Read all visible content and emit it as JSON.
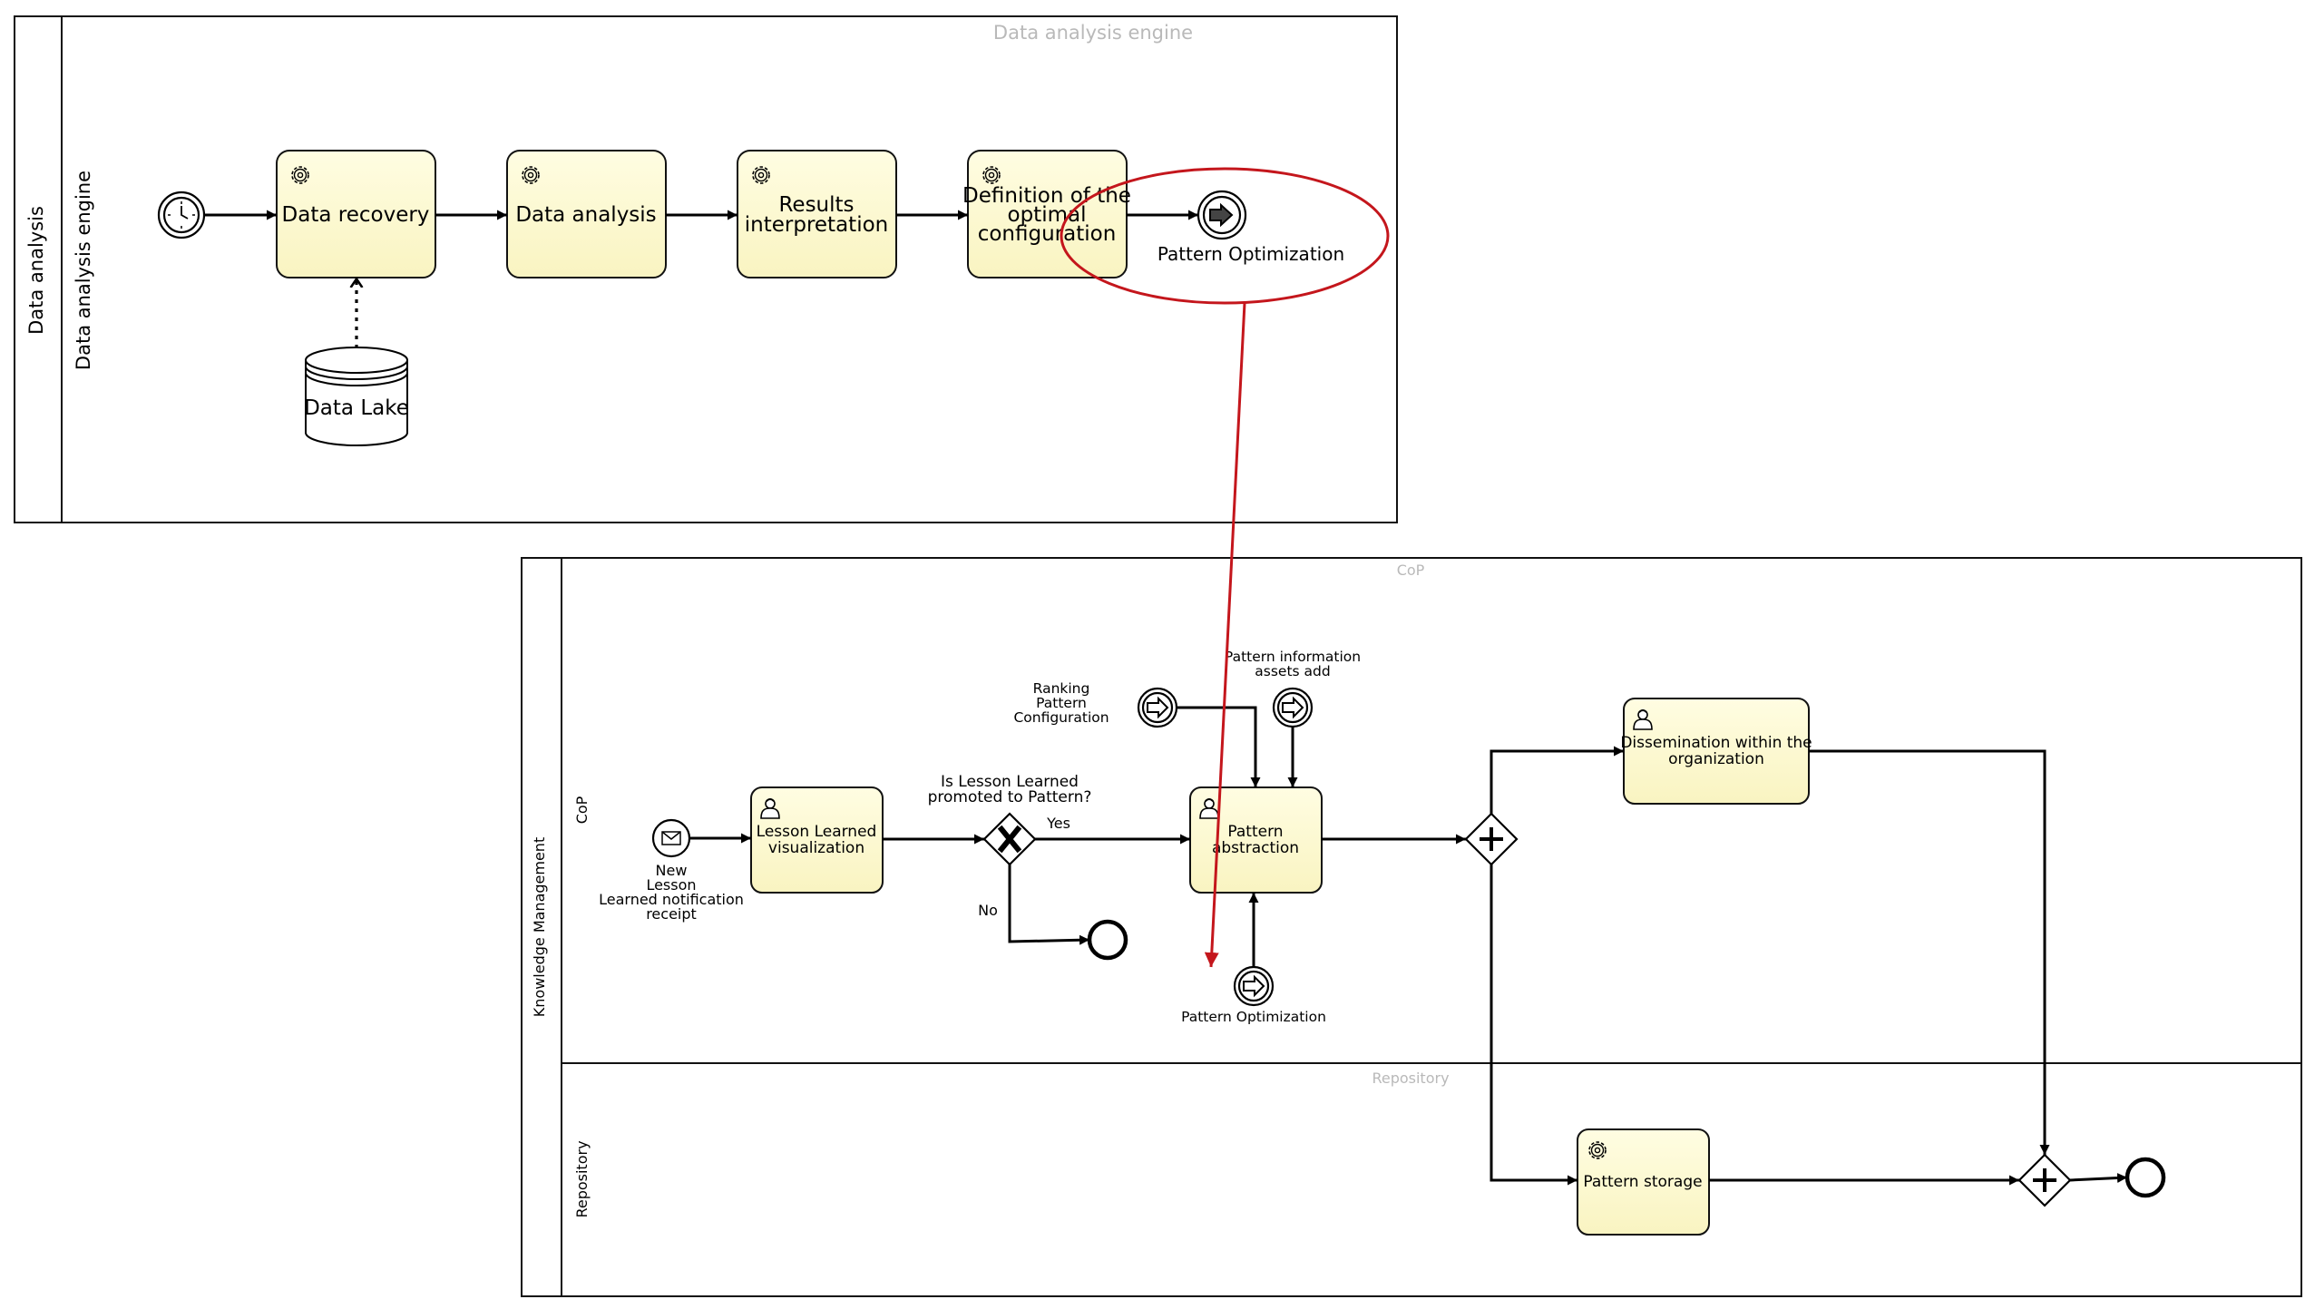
{
  "pool_top": {
    "title": "Data analysis",
    "lane": "Data analysis engine",
    "watermark": "Data analysis engine"
  },
  "tasks_top": {
    "recovery": "Data recovery",
    "analysis": "Data analysis",
    "results": [
      "Results",
      "interpretation"
    ],
    "definition": [
      "Definition of the",
      "optimal",
      "configuration"
    ]
  },
  "data_store": "Data Lake",
  "event_top_label": "Pattern Optimization",
  "pool_bottom": {
    "title": "Knowledge Management",
    "lane_cop": "CoP",
    "lane_repo": "Repository",
    "watermark_cop": "CoP",
    "watermark_repo": "Repository"
  },
  "start_message_label": [
    "New",
    "Lesson",
    "Learned notification",
    "receipt"
  ],
  "tasks_bottom": {
    "visualization": [
      "Lesson Learned",
      "visualization"
    ],
    "abstraction": [
      "Pattern",
      "abstraction"
    ],
    "dissemination": [
      "Dissemination within the",
      "organization"
    ],
    "storage": "Pattern storage"
  },
  "gateway_question": [
    "Is Lesson Learned",
    "promoted to Pattern?"
  ],
  "yes_label": "Yes",
  "no_label": "No",
  "ranking_label": [
    "Ranking",
    "Pattern",
    "Configuration"
  ],
  "info_label": [
    "Pattern information",
    "assets add"
  ],
  "opt_bottom_label": "Pattern Optimization",
  "colors": {
    "task_fill_top": "#fffde2",
    "task_fill_bottom": "#f9f4c1",
    "highlight": "#c4161c"
  }
}
